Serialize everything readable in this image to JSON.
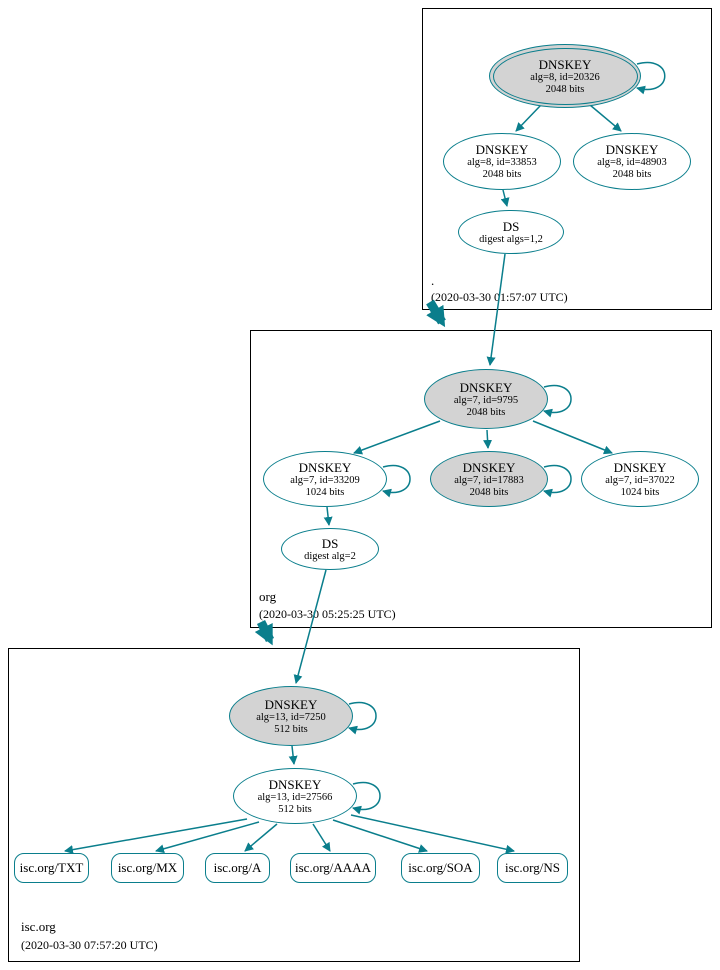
{
  "colors": {
    "edge": "#0a7e8c",
    "ksk_fill": "#d3d3d3",
    "node_fill": "#ffffff",
    "zone_border": "#000000"
  },
  "zones": [
    {
      "label": ".",
      "timestamp": "(2020-03-30 01:57:07 UTC)",
      "nodes": {
        "ksk": {
          "title": "DNSKEY",
          "detail1": "alg=8, id=20326",
          "detail2": "2048 bits"
        },
        "zsk_left": {
          "title": "DNSKEY",
          "detail1": "alg=8, id=33853",
          "detail2": "2048 bits"
        },
        "zsk_right": {
          "title": "DNSKEY",
          "detail1": "alg=8, id=48903",
          "detail2": "2048 bits"
        },
        "ds": {
          "title": "DS",
          "detail1": "digest algs=1,2"
        }
      }
    },
    {
      "label": "org",
      "timestamp": "(2020-03-30 05:25:25 UTC)",
      "nodes": {
        "ksk": {
          "title": "DNSKEY",
          "detail1": "alg=7, id=9795",
          "detail2": "2048 bits"
        },
        "zsk_left": {
          "title": "DNSKEY",
          "detail1": "alg=7, id=33209",
          "detail2": "1024 bits"
        },
        "zsk_mid": {
          "title": "DNSKEY",
          "detail1": "alg=7, id=17883",
          "detail2": "2048 bits"
        },
        "zsk_right": {
          "title": "DNSKEY",
          "detail1": "alg=7, id=37022",
          "detail2": "1024 bits"
        },
        "ds": {
          "title": "DS",
          "detail1": "digest alg=2"
        }
      }
    },
    {
      "label": "isc.org",
      "timestamp": "(2020-03-30 07:57:20 UTC)",
      "nodes": {
        "ksk": {
          "title": "DNSKEY",
          "detail1": "alg=13, id=7250",
          "detail2": "512 bits"
        },
        "zsk": {
          "title": "DNSKEY",
          "detail1": "alg=13, id=27566",
          "detail2": "512 bits"
        }
      },
      "records": [
        "isc.org/TXT",
        "isc.org/MX",
        "isc.org/A",
        "isc.org/AAAA",
        "isc.org/SOA",
        "isc.org/NS"
      ]
    }
  ]
}
